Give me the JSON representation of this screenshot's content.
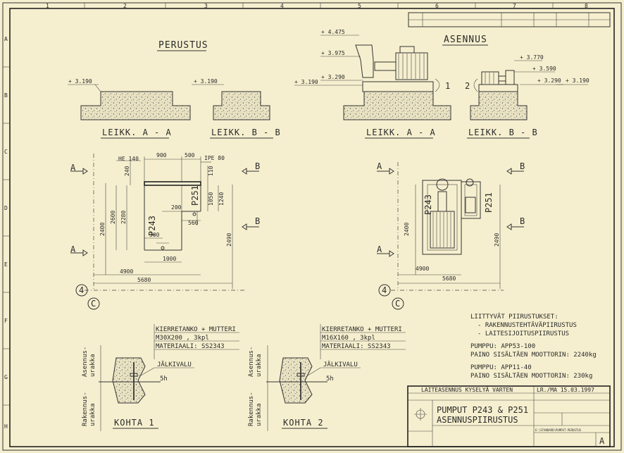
{
  "foundation": {
    "title": "PERUSTUS",
    "section_aa": "LEIKK.  A - A",
    "section_bb": "LEIKK.  B - B",
    "level_aa": "+ 3.190",
    "level_bb": "+ 3.190"
  },
  "installation": {
    "title": "ASENNUS",
    "section_aa": "LEIKK.  A - A",
    "section_bb": "LEIKK.  B - B",
    "levels_aa": [
      "+ 4.475",
      "+ 3.975",
      "+ 3.290",
      "+ 3.190"
    ],
    "levels_bb": [
      "+ 3.770",
      "+ 3.590",
      "+ 3.290",
      "+ 3.190"
    ],
    "marker_1": "1",
    "marker_2": "2"
  },
  "plan": {
    "profile_he": "HE 140",
    "profile_ipe": "IPE 80",
    "label_p243": "P243",
    "label_p251": "P251",
    "dims_left": [
      "900",
      "500",
      "240",
      "110",
      "1050",
      "1240",
      "2600",
      "2280",
      "200",
      "560",
      "300",
      "1000",
      "2400",
      "2490",
      "4900",
      "5680"
    ],
    "dims_right": [
      "2400",
      "2490",
      "4900",
      "5680"
    ],
    "marker_a": "A",
    "marker_b": "B",
    "grid_4": "4",
    "grid_c": "C"
  },
  "kohta1": {
    "title": "KOHTA 1",
    "line1": "KIERRETANKO + MUTTERI",
    "line2": "M30X200 , 3kpl",
    "line3": "MATERIAALI:  SS2343",
    "jalkivalu": "JÄLKIVALU",
    "size": "5h",
    "side_left": "Rakennus-\nurakka",
    "side_right": "Asennus-\nurakka"
  },
  "kohta2": {
    "title": "KOHTA 2",
    "line1": "KIERRETANKO + MUTTERI",
    "line2": "M16X160 , 3kpl",
    "line3": "MATERIAALI:  SS2343",
    "jalkivalu": "JÄLKIVALU",
    "size": "5h"
  },
  "notes": {
    "related_title": "LIITTYVÄT PIIRUSTUKSET:",
    "related_1": "- RAKENNUSTEHTÄVÄPIIRUSTUS",
    "related_2": "- LAITESIJOITUSPIIRUSTUS",
    "pump1": "PUMPPU:  APP53-100",
    "pump1_weight": "PAINO SISÄLTÄEN MOOTTORIN: 2240kg",
    "pump2": "PUMPPU:  APP11-40",
    "pump2_weight": "PAINO SISÄLTÄEN MOOTTORIN: 230kg"
  },
  "titleblock": {
    "project": "LAITEASENNUS KYSELYÄ VARTEN",
    "date": "LR./MA 15.03.1997",
    "title1": "PUMPUT  P243 & P251",
    "title2": "ASENNUSPIIRUSTUS",
    "file": "E:\\STANDARD\\PUMPUT-PERUSTUS",
    "sheet": "A"
  },
  "border": {
    "cols": [
      "1",
      "2",
      "3",
      "4",
      "5",
      "6",
      "7",
      "8"
    ],
    "rows": [
      "A",
      "B",
      "C",
      "D",
      "E",
      "F",
      "G",
      "H"
    ]
  }
}
